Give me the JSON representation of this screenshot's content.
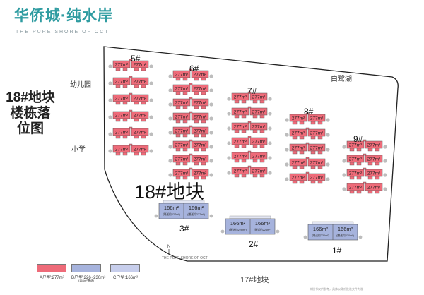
{
  "brand": {
    "title": "华侨城·纯水岸",
    "subtitle": "THE PURE SHORE OF OCT"
  },
  "heading_vertical": "18#地块楼栋落位图",
  "labels": {
    "kindergarten": "幼儿园",
    "primary_school": "小学",
    "lake": "白鹭湖",
    "plot": "18#地块",
    "south_plot": "17#地块",
    "compass_text": "THE PURE SHORE OF OCT",
    "footer": "本楼书仅供参考，具体以政府批准文件为准"
  },
  "area_label": "277m²",
  "buildings": [
    {
      "id": "5#"
    },
    {
      "id": "6#"
    },
    {
      "id": "7#"
    },
    {
      "id": "8#"
    },
    {
      "id": "9#"
    },
    {
      "id": "3#",
      "units": [
        "166m²",
        "166m²"
      ],
      "sub": [
        "(赠送约227m²)",
        "(赠送约227m²)"
      ]
    },
    {
      "id": "2#",
      "units": [
        "166m²",
        "166m²"
      ],
      "sub": [
        "(赠送约226m²)",
        "(赠送约226m²)"
      ]
    },
    {
      "id": "1#",
      "units": [
        "166m²",
        "166m²"
      ],
      "sub": [
        "(赠送约230m²)",
        "(赠送约230m²)"
      ]
    }
  ],
  "legend": [
    {
      "label": "A户型:277m²",
      "color": "#ee6b79"
    },
    {
      "label": "B户型:226~230m²",
      "sub": "(166m²赠送)",
      "color": "#a6b3dd"
    },
    {
      "label": "C户型:166m²",
      "color": "#c7ceec"
    }
  ],
  "colors": {
    "brand": "#2f9ca1",
    "typeA": "#ee6b79",
    "typeB": "#a6b3dd",
    "typeC": "#c7ceec",
    "stairs": "#bdbdbd"
  }
}
